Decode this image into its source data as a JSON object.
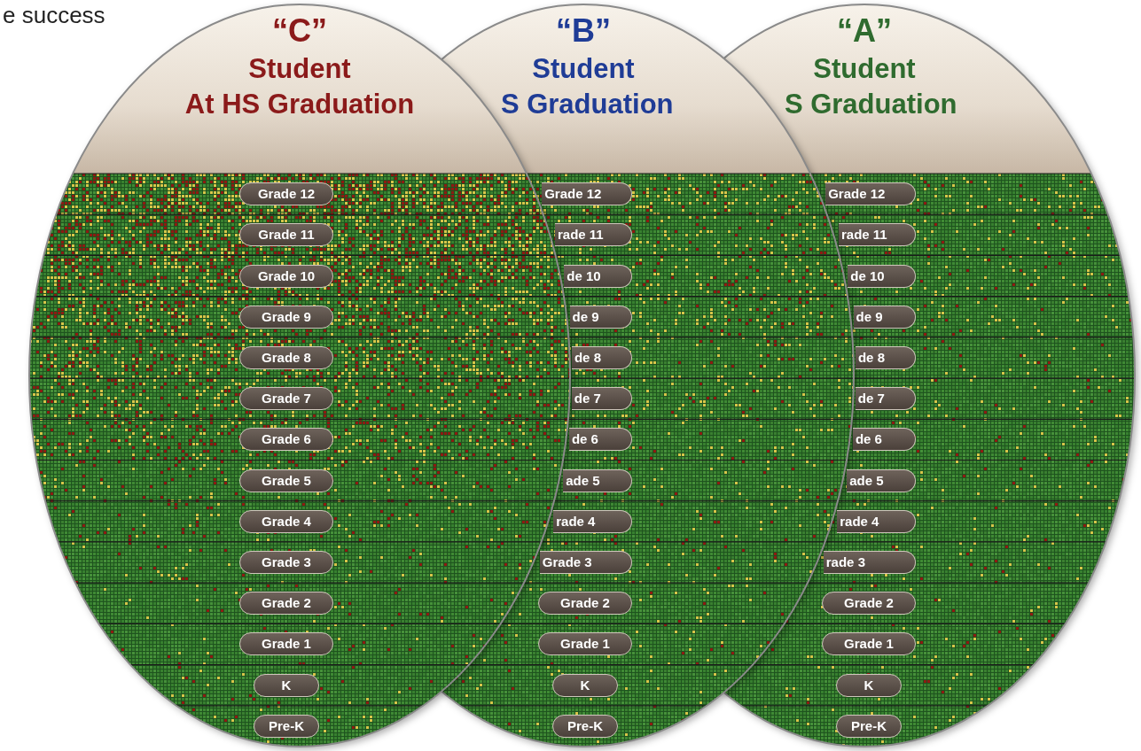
{
  "diagram": {
    "nodes": [
      {
        "text": [
          "“C”",
          "Student",
          "At HS Graduation"
        ]
      },
      {
        "text": [
          "Grade 12"
        ],
        "in": 0
      },
      {
        "text": [
          "Grade 11"
        ],
        "in": 0
      },
      {
        "text": [
          "Grade 10"
        ],
        "in": 0
      },
      {
        "text": [
          "Grade 9"
        ],
        "in": 0
      },
      {
        "text": [
          "Grade 8"
        ],
        "in": 0
      },
      {
        "text": [
          "Grade 7"
        ],
        "in": 0
      },
      {
        "text": [
          "Grade 6"
        ],
        "in": 0
      },
      {
        "text": [
          "Grade 5"
        ],
        "in": 0
      },
      {
        "text": [
          "Grade 4"
        ],
        "in": 0
      },
      {
        "text": [
          "Grade 3"
        ],
        "in": 0
      },
      {
        "text": [
          "Grade 2"
        ],
        "in": 0
      },
      {
        "text": [
          "Grade 1"
        ],
        "in": 0
      },
      {
        "text": [
          "K"
        ],
        "in": 0
      },
      {
        "text": [
          "Pre-K"
        ],
        "in": 0
      },
      {
        "text": [
          "“B”",
          "Student",
          "S Graduation"
        ]
      },
      {
        "text": [
          "Grade 12"
        ],
        "in": 15
      },
      {
        "text": [
          "rade 11"
        ],
        "in": 15
      },
      {
        "text": [
          "de 10"
        ],
        "in": 15
      },
      {
        "text": [
          "de 9"
        ],
        "in": 15
      },
      {
        "text": [
          "de 8"
        ],
        "in": 15
      },
      {
        "text": [
          "de 7"
        ],
        "in": 15
      },
      {
        "text": [
          "de 6"
        ],
        "in": 15
      },
      {
        "text": [
          "ade 5"
        ],
        "in": 15
      },
      {
        "text": [
          "rade 4"
        ],
        "in": 15
      },
      {
        "text": [
          "Grade 3"
        ],
        "in": 15
      },
      {
        "text": [
          "Grade 2"
        ],
        "in": 15
      },
      {
        "text": [
          "Grade 1"
        ],
        "in": 15
      },
      {
        "text": [
          "K"
        ],
        "in": 15
      },
      {
        "text": [
          "Pre-K"
        ],
        "in": 15
      },
      {
        "text": [
          "“A”",
          "Student",
          "S Graduation"
        ]
      },
      {
        "text": [
          "Grade 12"
        ],
        "in": 30
      },
      {
        "text": [
          "rade 11"
        ],
        "in": 30
      },
      {
        "text": [
          "de 10"
        ],
        "in": 30
      },
      {
        "text": [
          "de 9"
        ],
        "in": 30
      },
      {
        "text": [
          "de 8"
        ],
        "in": 30
      },
      {
        "text": [
          "de 7"
        ],
        "in": 30
      },
      {
        "text": [
          "de 6"
        ],
        "in": 30
      },
      {
        "text": [
          "ade 5"
        ],
        "in": 30
      },
      {
        "text": [
          "rade 4"
        ],
        "in": 30
      },
      {
        "text": [
          "rade 3"
        ],
        "in": 30
      },
      {
        "text": [
          "Grade 2"
        ],
        "in": 30
      },
      {
        "text": [
          "Grade 1"
        ],
        "in": 30
      },
      {
        "text": [
          "K"
        ],
        "in": 30
      },
      {
        "text": [
          "Pre-K"
        ],
        "in": 30
      }
    ],
    "labels": [
      "e success"
    ]
  }
}
